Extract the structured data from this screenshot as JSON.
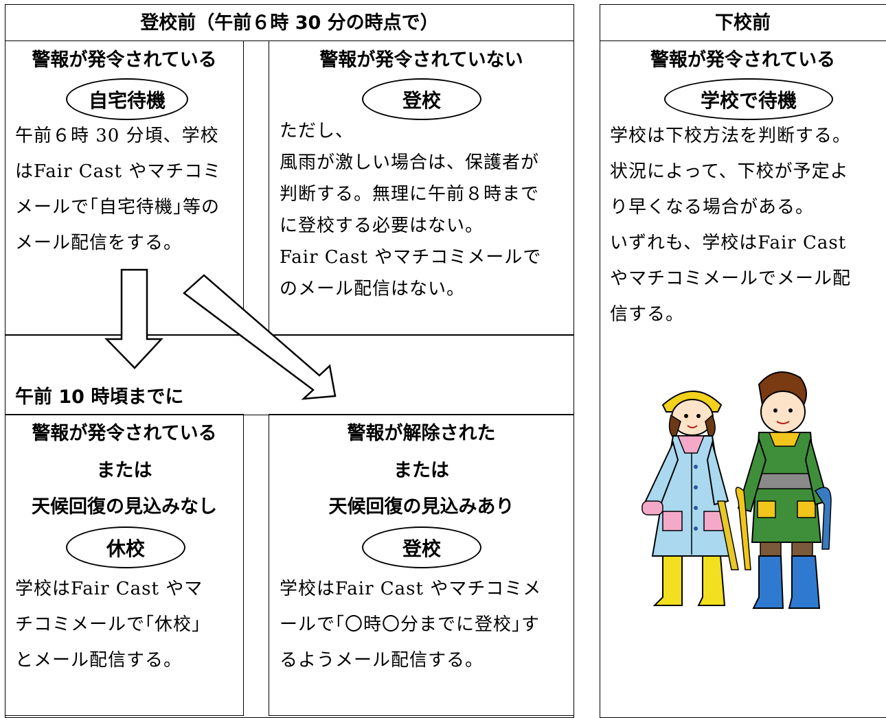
{
  "left": {
    "title": "登校前（午前６時 30 分の時点で）",
    "top_left": {
      "heading": "警報が発令されている",
      "decision": "自宅待機",
      "text": "午前６時 30 分頃、学校\nはFair Cast やマチコミ\nメールで｢自宅待機｣等の\nメール配信をする。"
    },
    "top_right": {
      "heading": "警報が発令されていない",
      "decision": "登校",
      "text": "ただし、\n風雨が激しい場合は、保護者が\n判断する。無理に午前８時まで\nに登校する必要はない。\nFair Cast やマチコミメールで\nのメール配信はない。"
    },
    "time_label": "午前 10 時頃までに",
    "bottom_left": {
      "heading1": "警報が発令されている",
      "heading2": "または",
      "heading3": "天候回復の見込みなし",
      "decision": "休校",
      "text": "学校はFair Cast やマ\nチコミメールで｢休校｣\nとメール配信する。"
    },
    "bottom_right": {
      "heading1": "警報が解除された",
      "heading2": "または",
      "heading3": "天候回復の見込みあり",
      "decision": "登校",
      "text": "学校はFair Cast やマチコミメ\nールで｢〇時〇分までに登校｣す\nるようメール配信する。"
    }
  },
  "right": {
    "title": "下校前",
    "heading": "警報が発令されている",
    "decision": "学校で待機",
    "text": "学校は下校方法を判断する。\n状況によって、下校が予定よ\nり早くなる場合がある。\nいずれも、学校はFair Cast\nやマチコミメールでメール配\n信する。"
  }
}
